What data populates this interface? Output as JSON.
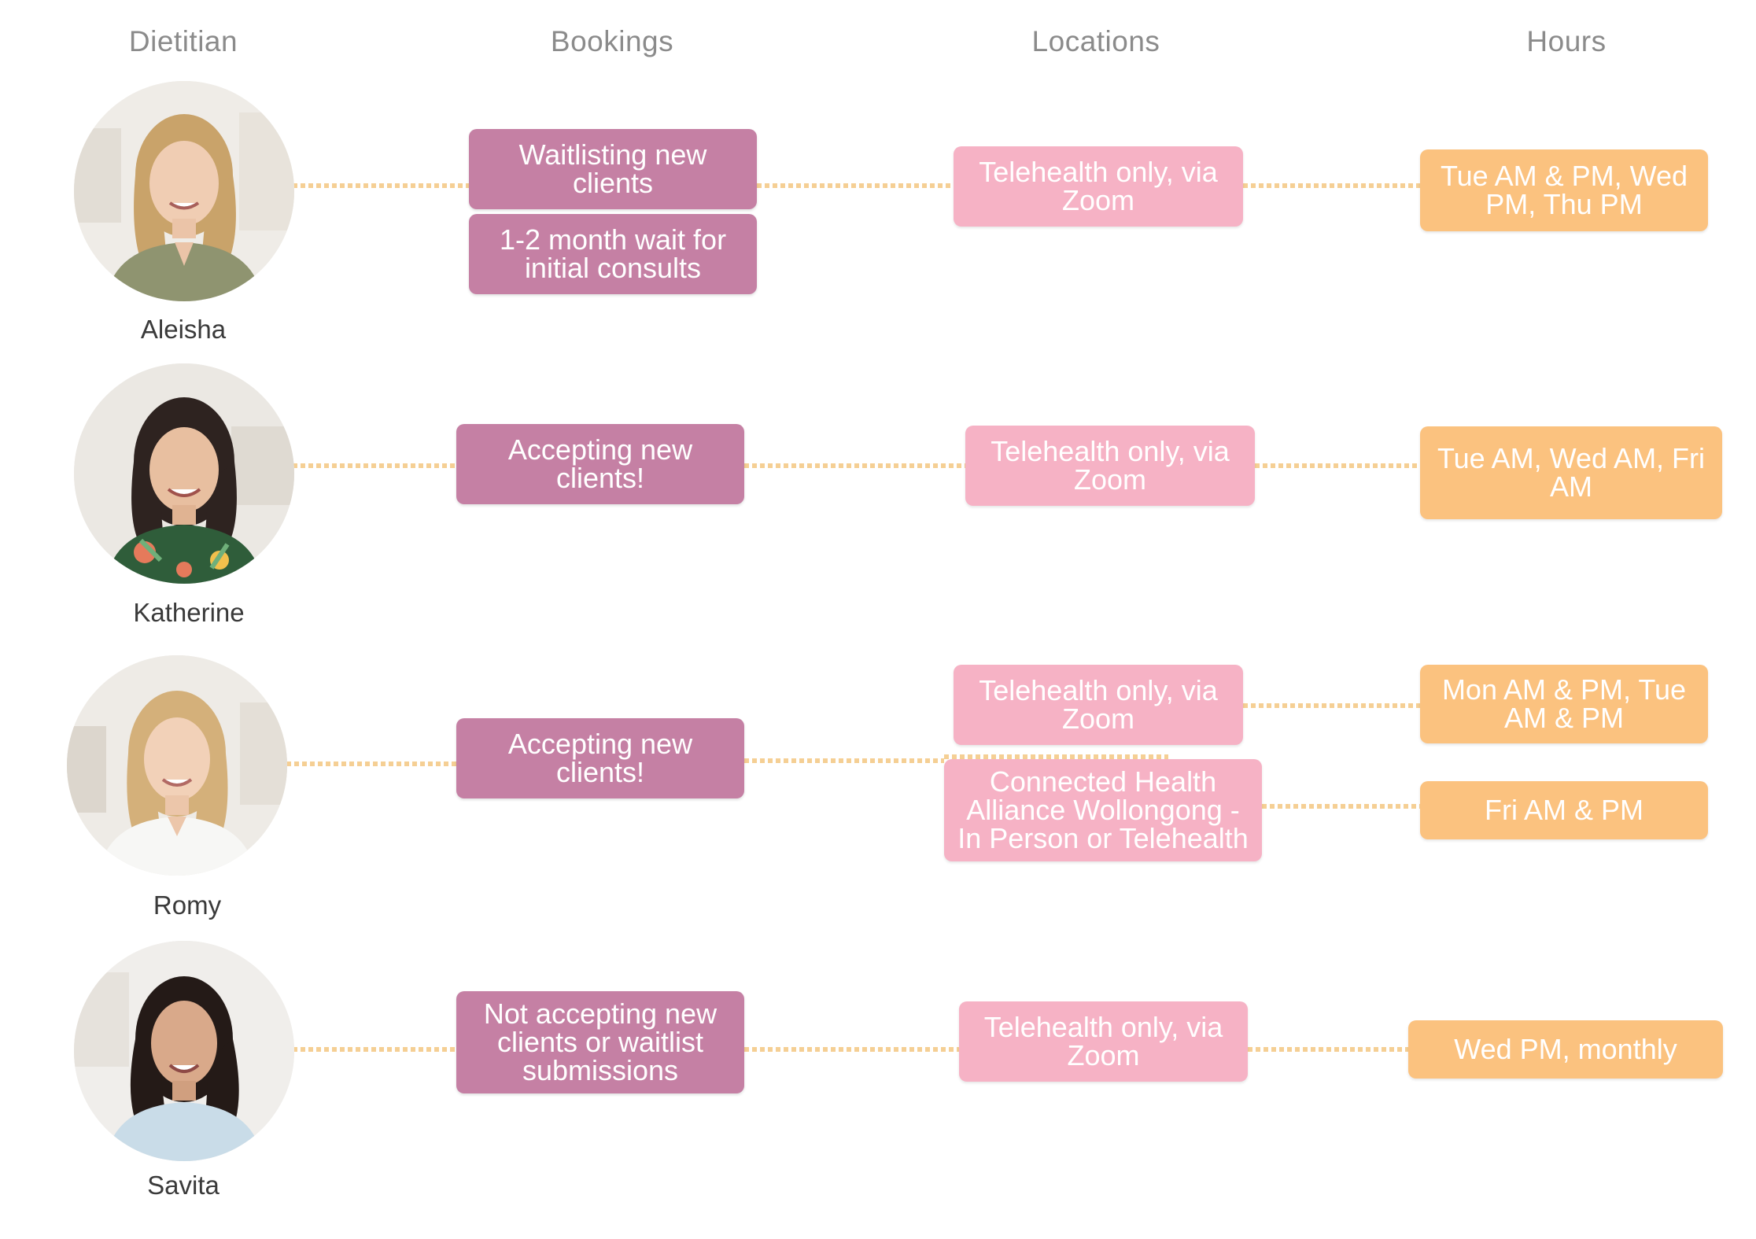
{
  "headers": {
    "dietitian": "Dietitian",
    "bookings": "Bookings",
    "locations": "Locations",
    "hours": "Hours"
  },
  "colors": {
    "booking": "#c580a4",
    "location": "#f6b2c5",
    "hours": "#fbc27f",
    "connector": "#f5cf94"
  },
  "dietitians": [
    {
      "name": "Aleisha",
      "bookings": [
        "Waitlisting new clients",
        "1-2 month wait for initial consults"
      ],
      "locations": [
        "Telehealth only, via Zoom"
      ],
      "hours": [
        "Tue AM & PM, Wed PM, Thu PM"
      ]
    },
    {
      "name": "Katherine",
      "bookings": [
        "Accepting new clients!"
      ],
      "locations": [
        "Telehealth only, via Zoom"
      ],
      "hours": [
        "Tue AM, Wed AM, Fri AM"
      ]
    },
    {
      "name": "Romy",
      "bookings": [
        "Accepting new clients!"
      ],
      "locations": [
        "Telehealth only, via Zoom",
        "Connected Health Alliance Wollongong - In Person or Telehealth"
      ],
      "hours": [
        "Mon AM & PM, Tue AM & PM",
        "Fri AM & PM"
      ]
    },
    {
      "name": "Savita",
      "bookings": [
        "Not accepting new clients or waitlist submissions"
      ],
      "locations": [
        "Telehealth only, via Zoom"
      ],
      "hours": [
        "Wed PM, monthly"
      ]
    }
  ]
}
